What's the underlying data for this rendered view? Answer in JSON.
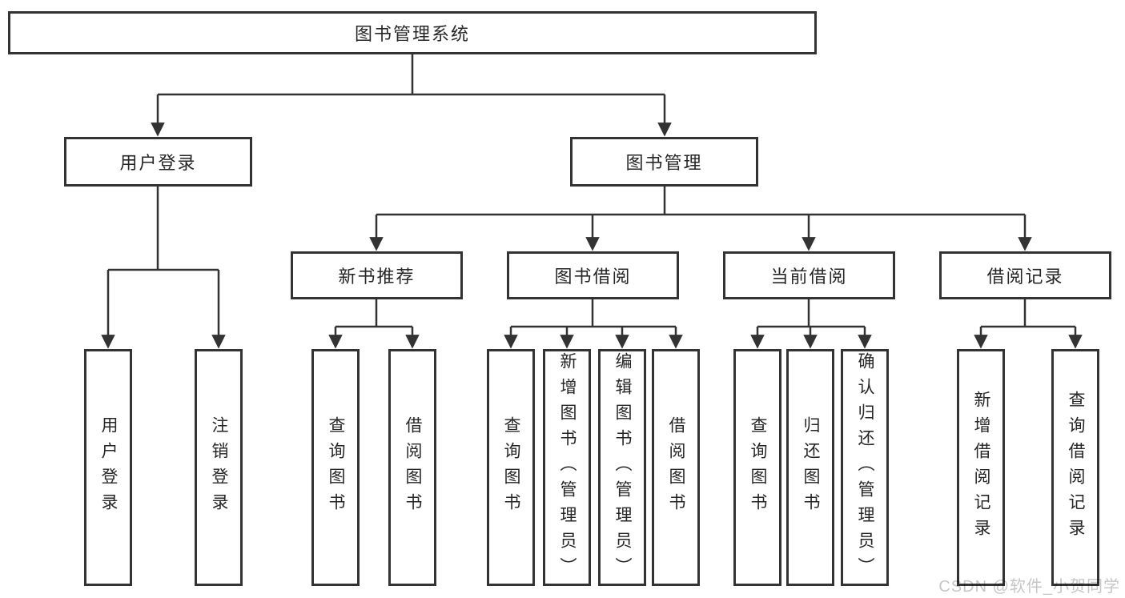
{
  "colors": {
    "line": "#333333",
    "box_border": "#333333",
    "text": "#262626",
    "watermark": "#c6c6c6",
    "background": "#ffffff"
  },
  "tree": {
    "root": "图书管理系统",
    "children": [
      {
        "label": "用户登录",
        "children": [
          "用户登录",
          "注销登录"
        ]
      },
      {
        "label": "图书管理",
        "children": [
          {
            "label": "新书推荐",
            "children": [
              "查询图书",
              "借阅图书"
            ]
          },
          {
            "label": "图书借阅",
            "children": [
              "查询图书",
              "新增图书（管理员）",
              "编辑图书（管理员）",
              "借阅图书"
            ]
          },
          {
            "label": "当前借阅",
            "children": [
              "查询图书",
              "归还图书",
              "确认归还（管理员）"
            ]
          },
          {
            "label": "借阅记录",
            "children": [
              "新增借阅记录",
              "查询借阅记录"
            ]
          }
        ]
      }
    ]
  },
  "watermark": {
    "text": "CSDN @软件_小贺同学"
  }
}
